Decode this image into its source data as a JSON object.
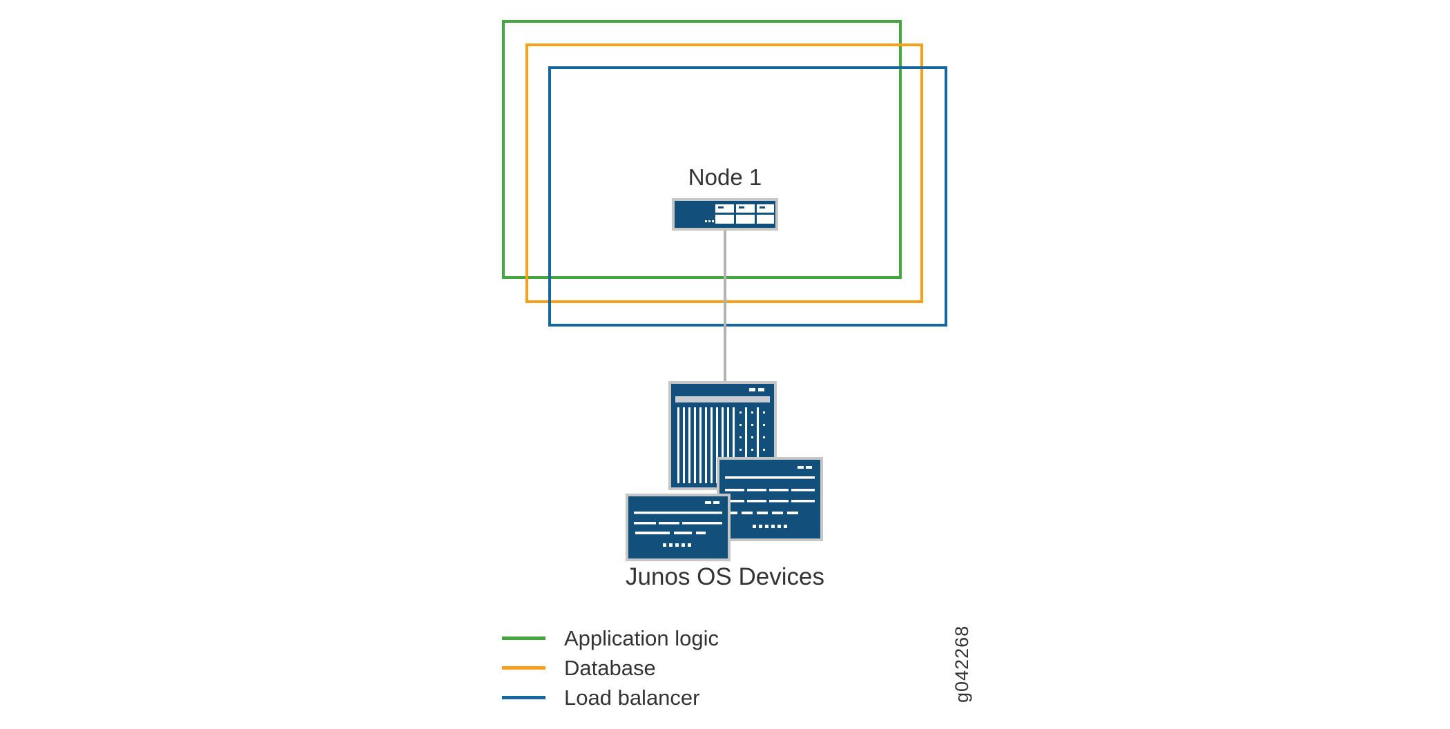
{
  "diagram": {
    "node_label": "Node 1",
    "devices_label": "Junos OS Devices",
    "figure_id": "g042268"
  },
  "legend": {
    "items": [
      {
        "label": "Application logic"
      },
      {
        "label": "Database"
      },
      {
        "label": "Load balancer"
      }
    ]
  },
  "colors": {
    "application_logic": "#44a73f",
    "database": "#f6a01e",
    "load_balancer": "#16679e",
    "device_fill": "#124f7b",
    "device_border": "#c6c6c6",
    "connector": "#b2b2b2",
    "text": "#333333"
  }
}
